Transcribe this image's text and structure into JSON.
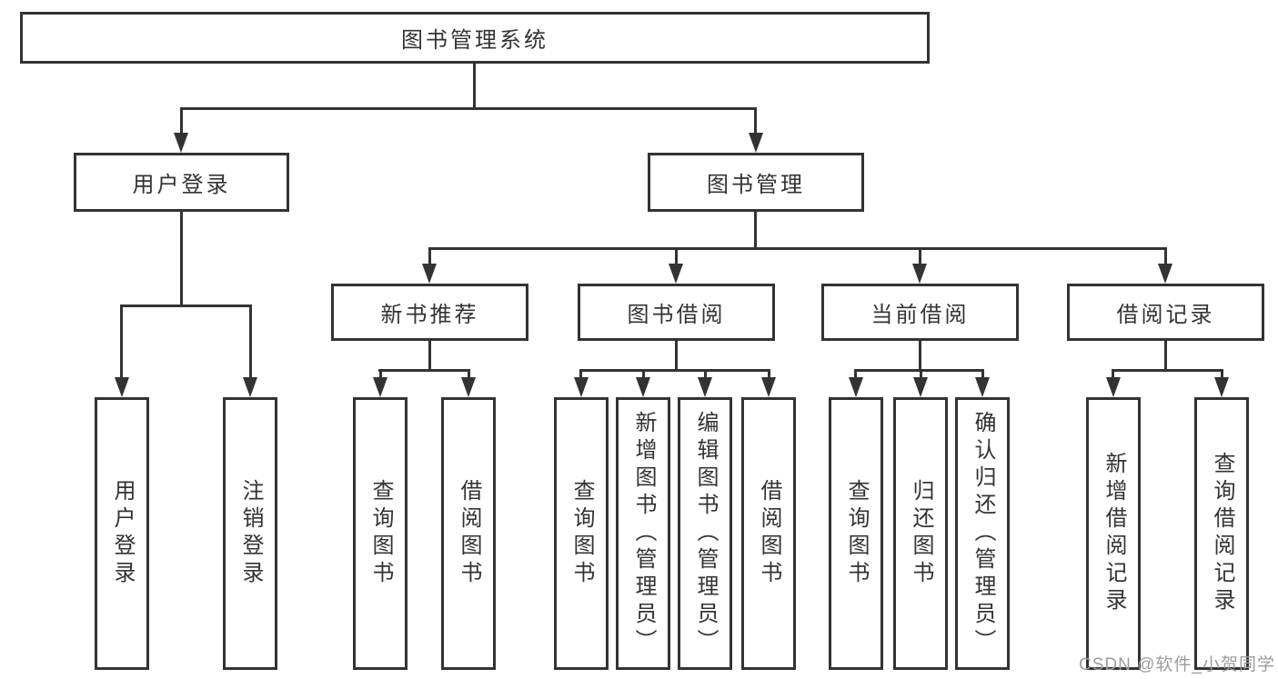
{
  "diagram": {
    "background_color": "#ffffff",
    "line_color": "#333333",
    "text_color": "#333333",
    "watermark": {
      "text": "CSDN @软件_小贺同学",
      "color": "#9c9c9c"
    },
    "tree": {
      "root": {
        "label": "图书管理系统",
        "children": [
          {
            "label": "用户登录",
            "children": [
              {
                "label": "用户登录"
              },
              {
                "label": "注销登录"
              }
            ]
          },
          {
            "label": "图书管理",
            "children": [
              {
                "label": "新书推荐",
                "children": [
                  {
                    "label": "查询图书"
                  },
                  {
                    "label": "借阅图书"
                  }
                ]
              },
              {
                "label": "图书借阅",
                "children": [
                  {
                    "label": "查询图书"
                  },
                  {
                    "label": "新增图书（管理员）"
                  },
                  {
                    "label": "编辑图书（管理员）"
                  },
                  {
                    "label": "借阅图书"
                  }
                ]
              },
              {
                "label": "当前借阅",
                "children": [
                  {
                    "label": "查询图书"
                  },
                  {
                    "label": "归还图书"
                  },
                  {
                    "label": "确认归还（管理员）"
                  }
                ]
              },
              {
                "label": "借阅记录",
                "children": [
                  {
                    "label": "新增借阅记录"
                  },
                  {
                    "label": "查询借阅记录"
                  }
                ]
              }
            ]
          }
        ]
      }
    }
  }
}
